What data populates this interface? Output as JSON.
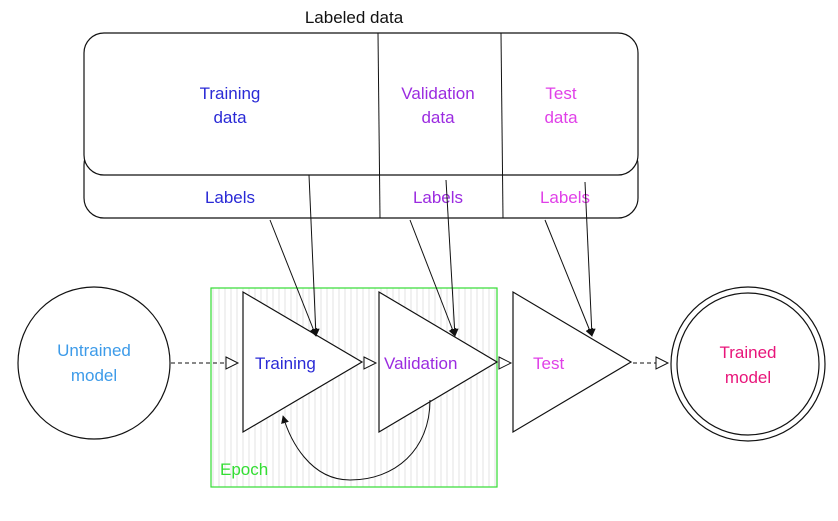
{
  "title": "Labeled data",
  "dataset": {
    "training": {
      "line1": "Training",
      "line2": "data",
      "labels": "Labels"
    },
    "validation": {
      "line1": "Validation",
      "line2": "data",
      "labels": "Labels"
    },
    "test": {
      "line1": "Test",
      "line2": "data",
      "labels": "Labels"
    }
  },
  "nodes": {
    "untrained": {
      "line1": "Untrained",
      "line2": "model"
    },
    "training": "Training",
    "validation": "Validation",
    "test": "Test",
    "trained": {
      "line1": "Trained",
      "line2": "model"
    },
    "epoch": "Epoch"
  },
  "colors": {
    "training": "#2a2ad6",
    "validation": "#9b2be0",
    "test": "#e040e8",
    "untrained": "#3d9be9",
    "trained": "#e8157a",
    "epoch": "#33dd33",
    "title": "#111111",
    "stroke": "#111111"
  }
}
